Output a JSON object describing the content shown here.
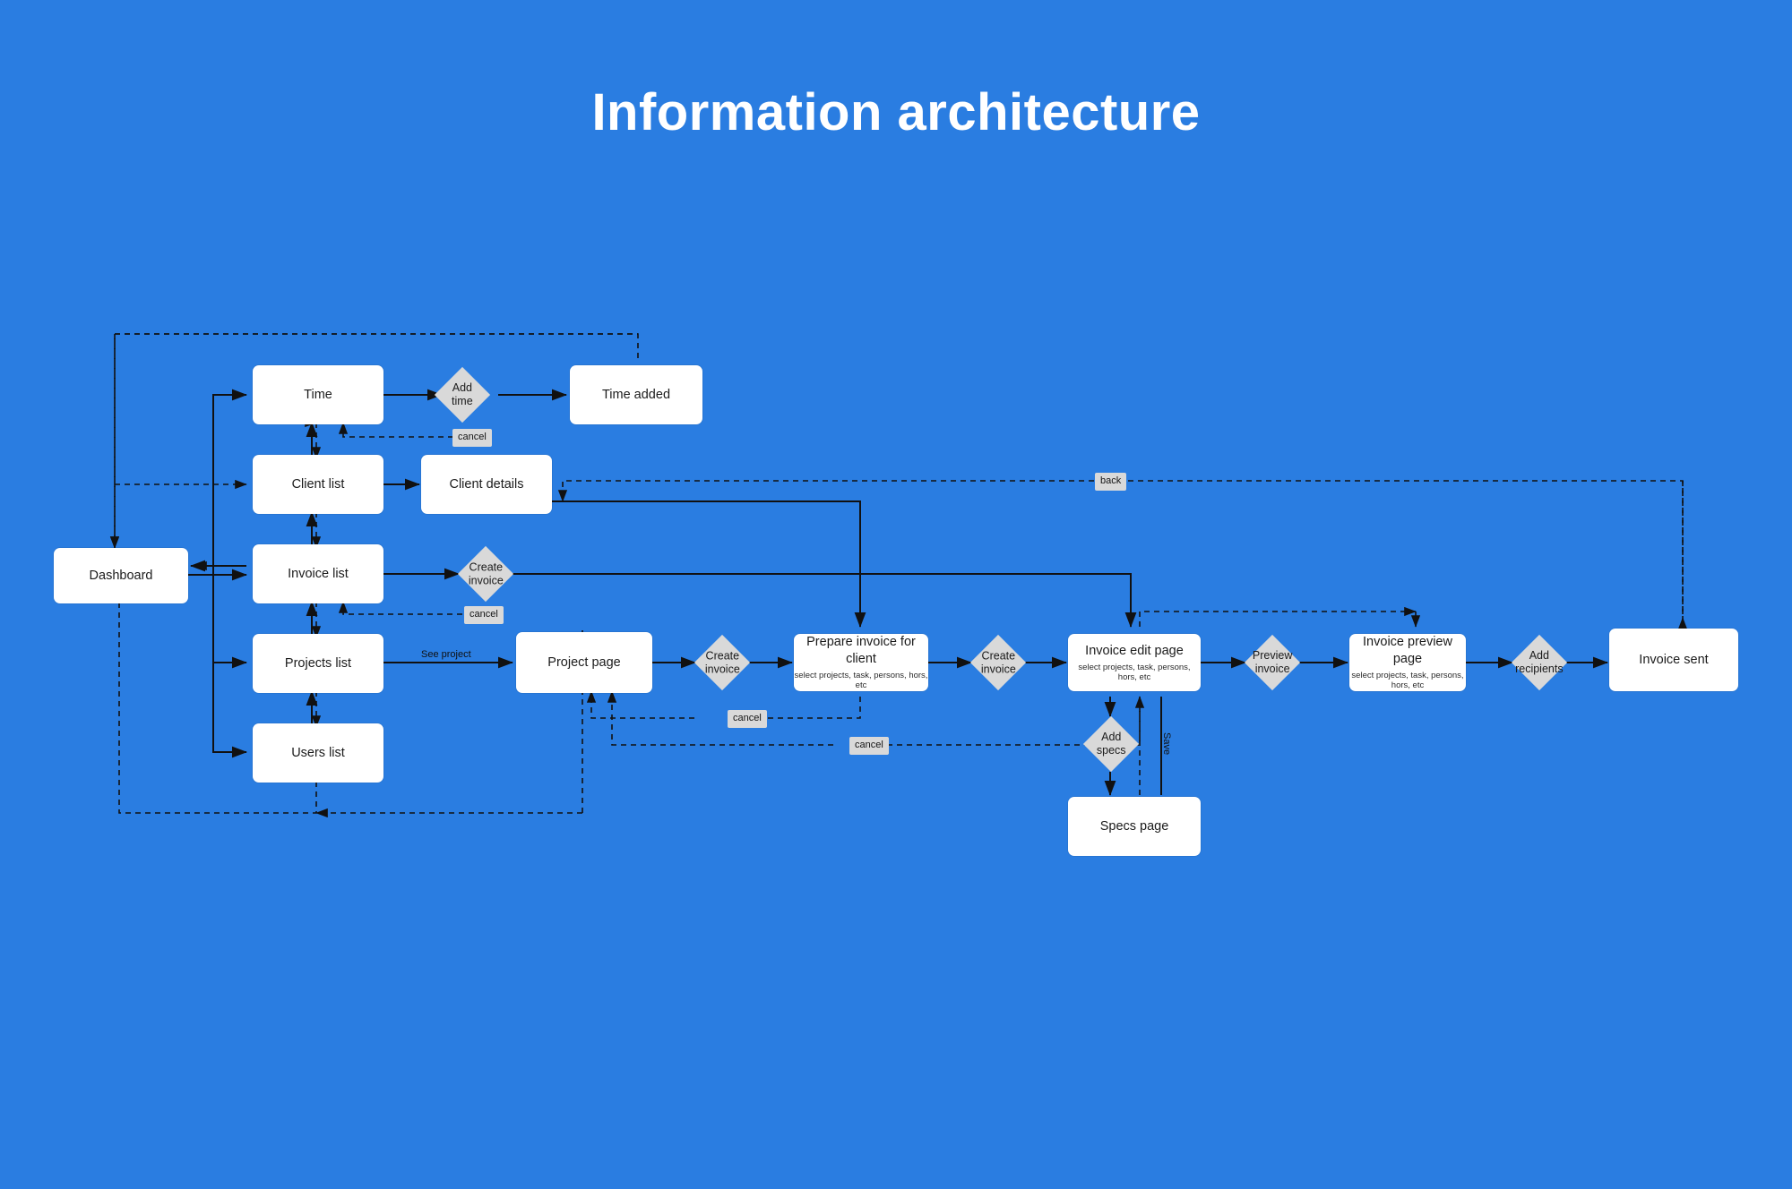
{
  "page": {
    "title": "Information architecture",
    "background_color": "#2a7de1",
    "node_fill": "#ffffff",
    "decision_fill": "#d9d9d9",
    "line_color": "#111111"
  },
  "nodes": [
    {
      "id": "dashboard",
      "label": "Dashboard",
      "sub": ""
    },
    {
      "id": "time",
      "label": "Time",
      "sub": ""
    },
    {
      "id": "time-added",
      "label": "Time added",
      "sub": ""
    },
    {
      "id": "client-list",
      "label": "Client list",
      "sub": ""
    },
    {
      "id": "client-details",
      "label": "Client details",
      "sub": ""
    },
    {
      "id": "invoice-list",
      "label": "Invoice list",
      "sub": ""
    },
    {
      "id": "projects-list",
      "label": "Projects list",
      "sub": ""
    },
    {
      "id": "users-list",
      "label": "Users list",
      "sub": ""
    },
    {
      "id": "project-page",
      "label": "Project page",
      "sub": ""
    },
    {
      "id": "prepare-invoice",
      "label": "Prepare invoice for client",
      "sub": "select projects, task, persons, hors, etc"
    },
    {
      "id": "invoice-edit",
      "label": "Invoice edit page",
      "sub": "select projects, task, persons, hors, etc"
    },
    {
      "id": "invoice-preview",
      "label": "Invoice preview page",
      "sub": "select projects, task, persons, hors, etc"
    },
    {
      "id": "invoice-sent",
      "label": "Invoice sent",
      "sub": ""
    },
    {
      "id": "specs-page",
      "label": "Specs page",
      "sub": ""
    }
  ],
  "decisions": [
    {
      "id": "add-time",
      "label": "Add\ntime"
    },
    {
      "id": "create-invoice-1",
      "label": "Create\ninvoice"
    },
    {
      "id": "create-invoice-2",
      "label": "Create\ninvoice"
    },
    {
      "id": "create-invoice-3",
      "label": "Create\ninvoice"
    },
    {
      "id": "preview-invoice",
      "label": "Preview\ninvoice"
    },
    {
      "id": "add-recipients",
      "label": "Add\nrecipients"
    },
    {
      "id": "add-specs",
      "label": "Add\nspecs"
    }
  ],
  "edge_labels": [
    {
      "id": "cancel-time",
      "text": "cancel"
    },
    {
      "id": "cancel-invoice-list",
      "text": "cancel"
    },
    {
      "id": "cancel-prepare",
      "text": "cancel"
    },
    {
      "id": "cancel-invoice-edit",
      "text": "cancel"
    },
    {
      "id": "back",
      "text": "back"
    },
    {
      "id": "see-project",
      "text": "See project"
    },
    {
      "id": "save",
      "text": "Save"
    }
  ]
}
